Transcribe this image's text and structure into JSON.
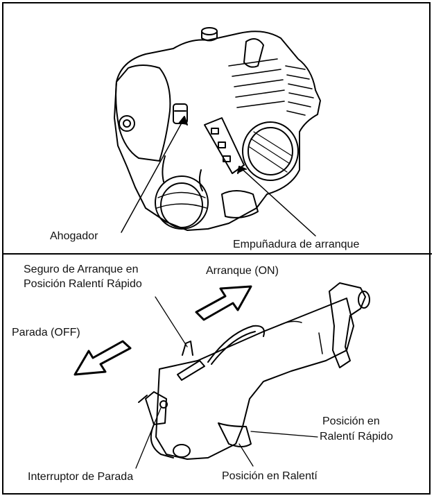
{
  "top_panel": {
    "labels": {
      "choke": "Ahogador",
      "starter_grip": "Empuñadura de arranque"
    }
  },
  "bottom_panel": {
    "labels": {
      "start_lock_line1": "Seguro de Arranque en",
      "start_lock_line2": "Posición Ralentí Rápido",
      "start_on": "Arranque (ON)",
      "stop_off": "Parada (OFF)",
      "fast_idle_line1": "Posición en",
      "fast_idle_line2": "Ralentí Rápido",
      "stop_switch": "Interruptor de Parada",
      "idle_position": "Posición en Ralentí"
    }
  }
}
